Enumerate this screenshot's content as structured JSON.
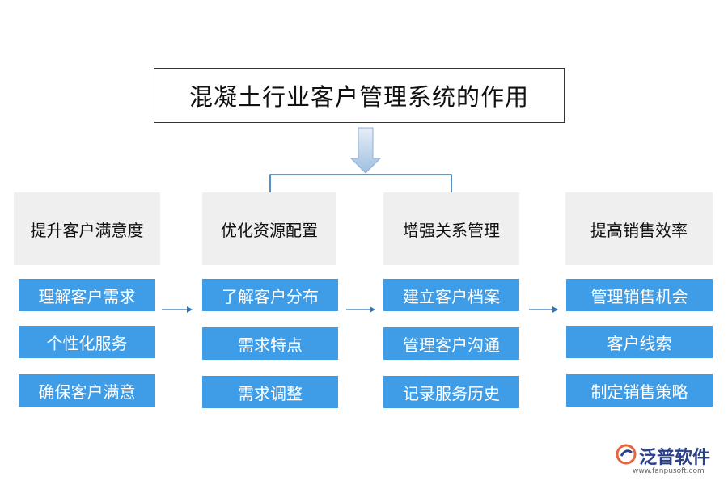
{
  "title": "混凝土行业客户管理系统的作用",
  "columns": [
    {
      "heading": "提升客户满意度",
      "items": [
        "理解客户需求",
        "个性化服务",
        "确保客户满意"
      ]
    },
    {
      "heading": "优化资源配置",
      "items": [
        "了解客户分布",
        "需求特点",
        "需求调整"
      ]
    },
    {
      "heading": "增强关系管理",
      "items": [
        "建立客户档案",
        "管理客户沟通",
        "记录服务历史"
      ]
    },
    {
      "heading": "提高销售效率",
      "items": [
        "管理销售机会",
        "客户线索",
        "制定销售策略"
      ]
    }
  ],
  "logo": {
    "brand": "泛普软件",
    "url": "www.fanpusoft.com"
  },
  "colors": {
    "item_bg": "#3f9ce6",
    "heading_bg": "#efefef",
    "connector": "#2e75b6",
    "down_arrow": "#bcd3ea"
  }
}
